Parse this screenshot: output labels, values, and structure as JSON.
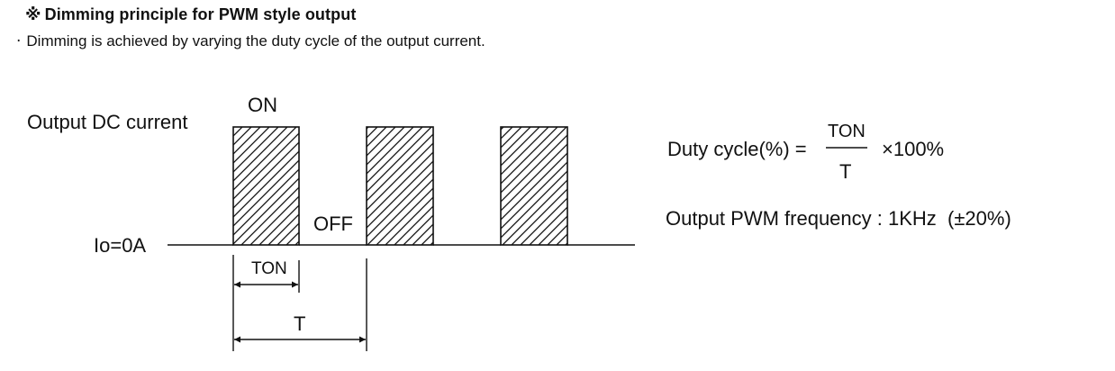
{
  "header": {
    "mark": "※",
    "title": "Dimming principle for PWM style output",
    "bullet": "‧",
    "description": "Dimming is achieved by varying the duty cycle of the output current."
  },
  "diagram": {
    "y_label": "Output DC current",
    "zero_label": "Io=0A",
    "on_label": "ON",
    "off_label": "OFF",
    "ton_label": "TON",
    "period_label": "T"
  },
  "formula": {
    "lhs": "Duty cycle(%) =",
    "numerator": "TON",
    "denominator": "T",
    "multiplier": "×100%"
  },
  "frequency": {
    "text": "Output PWM frequency : 1KHz  (±20%)"
  }
}
